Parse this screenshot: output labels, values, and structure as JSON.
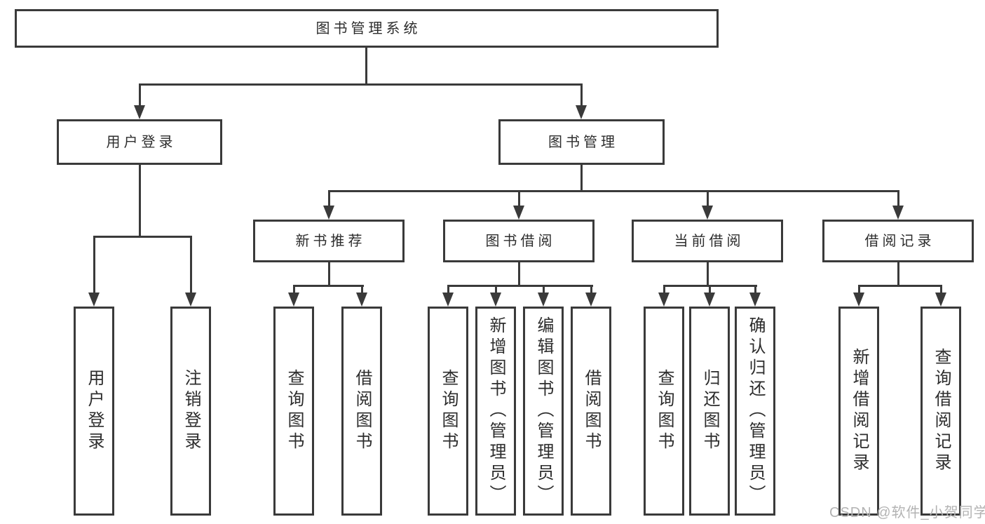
{
  "tree": {
    "root": {
      "label": "图书管理系统"
    },
    "children": [
      {
        "label": "用户登录",
        "children": [
          {
            "label": "用户登录"
          },
          {
            "label": "注销登录"
          }
        ]
      },
      {
        "label": "图书管理",
        "children": [
          {
            "label": "新书推荐",
            "children": [
              {
                "label": "查询图书"
              },
              {
                "label": "借阅图书"
              }
            ]
          },
          {
            "label": "图书借阅",
            "children": [
              {
                "label": "查询图书"
              },
              {
                "label": "新增图书（管理员）"
              },
              {
                "label": "编辑图书（管理员）"
              },
              {
                "label": "借阅图书"
              }
            ]
          },
          {
            "label": "当前借阅",
            "children": [
              {
                "label": "查询图书"
              },
              {
                "label": "归还图书"
              },
              {
                "label": "确认归还（管理员）"
              }
            ]
          },
          {
            "label": "借阅记录",
            "children": [
              {
                "label": "新增借阅记录"
              },
              {
                "label": "查询借阅记录"
              }
            ]
          }
        ]
      }
    ]
  },
  "watermark": {
    "text": "CSDN @软件_小贺同学"
  },
  "colors": {
    "line": "#3a3a3a",
    "text": "#2d2d2d",
    "background": "#ffffff",
    "watermark": "#b3b3b3"
  }
}
